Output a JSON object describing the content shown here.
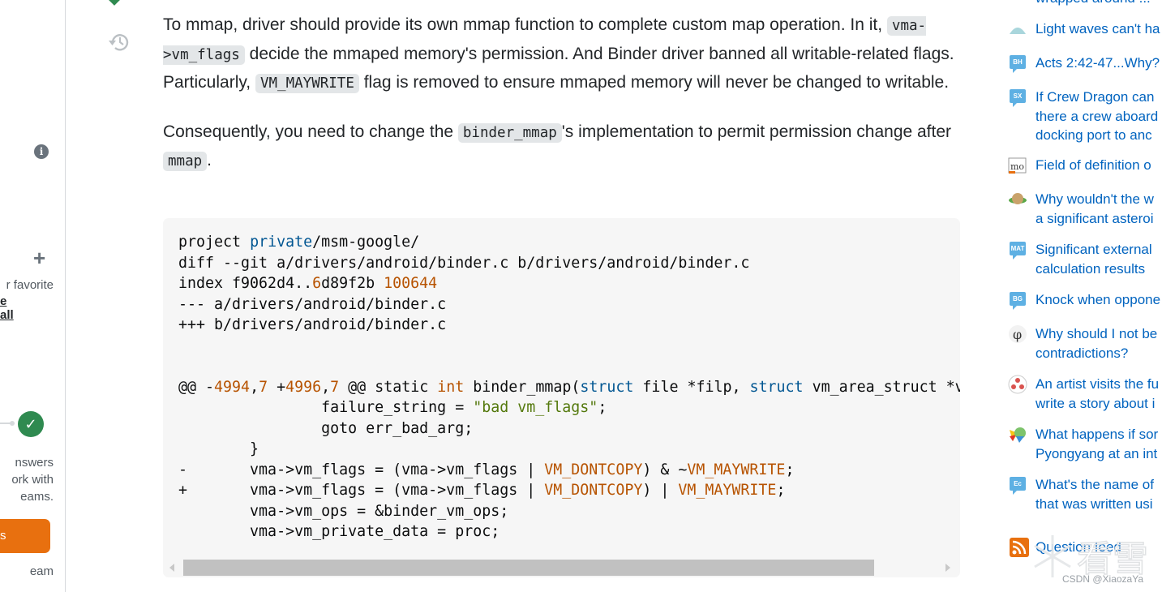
{
  "left_panel": {
    "favorite_text": "r favorite",
    "see_all_link": "e all",
    "teams_text_lines": [
      "nswers",
      "ork with",
      "eams."
    ],
    "teams_button_label": "s",
    "team_text": "eam",
    "icons": [
      "info-icon",
      "plus-icon",
      "check-circle-icon"
    ]
  },
  "vote": {
    "accepted_icon": "accepted-check-icon",
    "history_icon": "history-icon"
  },
  "post": {
    "para1": {
      "t1": "To mmap, driver should provide its own mmap function to complete custom map operation. In it, ",
      "c1": "vma->vm_flags",
      "t2": " decide the mmaped memory's permission. And Binder driver banned all writable-related flags. Particularly, ",
      "c2": "VM_MAYWRITE",
      "t3": " flag is removed to ensure mmaped memory will never be changed to writable."
    },
    "para2": {
      "t1": "Consequently, you need to change the ",
      "c1": "binder_mmap",
      "t2": "'s implementation to permit permission change after ",
      "c2": "mmap",
      "t3": "."
    }
  },
  "code": {
    "lines": [
      [
        {
          "t": "project "
        },
        {
          "t": "private",
          "c": "kw"
        },
        {
          "t": "/msm-google/"
        }
      ],
      [
        {
          "t": "diff --git a/drivers/android/binder.c b/drivers/android/binder.c"
        }
      ],
      [
        {
          "t": "index f9062d4.."
        },
        {
          "t": "6",
          "c": "num"
        },
        {
          "t": "d89f2b "
        },
        {
          "t": "100644",
          "c": "num"
        }
      ],
      [
        {
          "t": "--- a/drivers/android/binder.c"
        }
      ],
      [
        {
          "t": "+++ b/drivers/android/binder.c"
        }
      ],
      [
        {
          "t": ""
        }
      ],
      [
        {
          "t": ""
        }
      ],
      [
        {
          "t": "@@ -"
        },
        {
          "t": "4994",
          "c": "num"
        },
        {
          "t": ","
        },
        {
          "t": "7",
          "c": "num"
        },
        {
          "t": " +"
        },
        {
          "t": "4996",
          "c": "num"
        },
        {
          "t": ","
        },
        {
          "t": "7",
          "c": "num"
        },
        {
          "t": " @@ static "
        },
        {
          "t": "int",
          "c": "num"
        },
        {
          "t": " binder_mmap("
        },
        {
          "t": "struct",
          "c": "kw"
        },
        {
          "t": " file *filp, "
        },
        {
          "t": "struct",
          "c": "kw"
        },
        {
          "t": " vm_area_struct *vma)"
        }
      ],
      [
        {
          "t": "                failure_string = "
        },
        {
          "t": "\"bad vm_flags\"",
          "c": "str"
        },
        {
          "t": ";"
        }
      ],
      [
        {
          "t": "                goto err_bad_arg;"
        }
      ],
      [
        {
          "t": "        }"
        }
      ],
      [
        {
          "t": "-       vma->vm_flags = (vma->vm_flags | "
        },
        {
          "t": "VM_DONTCOPY",
          "c": "num"
        },
        {
          "t": ") & ~"
        },
        {
          "t": "VM_MAYWRITE",
          "c": "num"
        },
        {
          "t": ";"
        }
      ],
      [
        {
          "t": "+       vma->vm_flags = (vma->vm_flags | "
        },
        {
          "t": "VM_DONTCOPY",
          "c": "num"
        },
        {
          "t": ") | "
        },
        {
          "t": "VM_MAYWRITE",
          "c": "num"
        },
        {
          "t": ";"
        }
      ],
      [
        {
          "t": "        vma->vm_ops = &binder_vm_ops;"
        }
      ],
      [
        {
          "t": "        vma->vm_private_data = proc;"
        }
      ]
    ],
    "scroll_position_fraction": 0.0
  },
  "sidebar": {
    "hot_questions": [
      {
        "icon": "site-icon",
        "title": "wrapped around ...",
        "lines": [
          "wrapped around ..."
        ]
      },
      {
        "icon": "physics-icon",
        "lines": [
          "Light waves can't ha"
        ]
      },
      {
        "icon": "badge-BH",
        "badge": "BH",
        "lines": [
          "Acts 2:42-47...Why?"
        ]
      },
      {
        "icon": "badge-SX",
        "badge": "SX",
        "lines": [
          "If Crew Dragon can",
          "there a crew aboard",
          "docking port to anc"
        ]
      },
      {
        "icon": "mathoverflow-icon",
        "lines": [
          "Field of definition o"
        ]
      },
      {
        "icon": "worldbuilding-icon",
        "lines": [
          "Why wouldn't the w",
          "a significant asteroi"
        ]
      },
      {
        "icon": "badge-MAT",
        "badge": "MAT",
        "lines": [
          "Significant external",
          "calculation results"
        ]
      },
      {
        "icon": "badge-BG",
        "badge": "BG",
        "lines": [
          "Knock when oppone"
        ]
      },
      {
        "icon": "philosophy-icon",
        "lines": [
          "Why should I not be",
          "contradictions?"
        ]
      },
      {
        "icon": "writing-icon",
        "lines": [
          "An artist visits the fu",
          "write a story about i"
        ]
      },
      {
        "icon": "travel-icon",
        "lines": [
          "What happens if sor",
          "Pyongyang at an int"
        ]
      },
      {
        "icon": "badge-Ec",
        "badge": "Ec",
        "lines": [
          "What's the name of",
          "that was written usi"
        ]
      }
    ],
    "feed_label": "Question feed"
  },
  "watermark": {
    "text": "CSDN @XiaozaYa",
    "chars": "看雪"
  },
  "colors": {
    "link": "#0063bf",
    "accent_orange": "#e8700f",
    "accepted_green": "#2f8a50",
    "code_bg": "#f6f6f6",
    "inline_code_bg": "#e3e6e8"
  }
}
